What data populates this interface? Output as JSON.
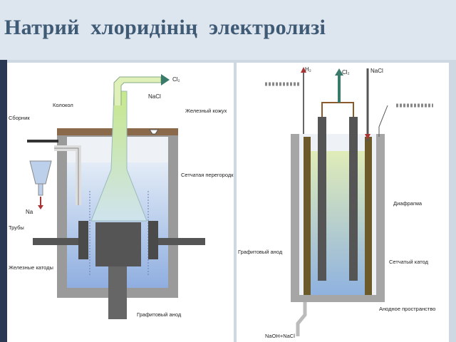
{
  "title": "Натрий  хлоридінің  электролизі",
  "colors": {
    "header_bg": "#dde5ee",
    "title": "#3f5a74",
    "side_bar": "#2b3a52",
    "vessel_wall": "#9a9a9a",
    "lid": "#8a6a4a",
    "electrolyte": "#bcd0ec",
    "gas": "#b8e07a",
    "electrode": "#4a4a4a",
    "arrow": "#3a7a6a"
  },
  "left_diagram": {
    "labels": {
      "chlorine": "Cl₂",
      "bell": "Колокол",
      "nacl": "NaCl",
      "iron_cover": "Железный кожух",
      "collector": "Сборник",
      "mesh_partition": "Сетчатая перегородка",
      "na": "Na",
      "tube": "Трубы",
      "iron_cathodes": "Железные катоды",
      "graphite_anode": "Графитовый анод"
    }
  },
  "right_diagram": {
    "labels": {
      "hydrogen": "H₂",
      "chlorine": "Cl₂",
      "nacl": "NaCl",
      "diaphragm": "Диафрагма",
      "graphite_anode": "Графитовый анод",
      "mesh_cathode": "Сетчатый катод",
      "anode_space": "Анодное пространство",
      "naoh_nacl": "NaOH+NaCl"
    }
  }
}
